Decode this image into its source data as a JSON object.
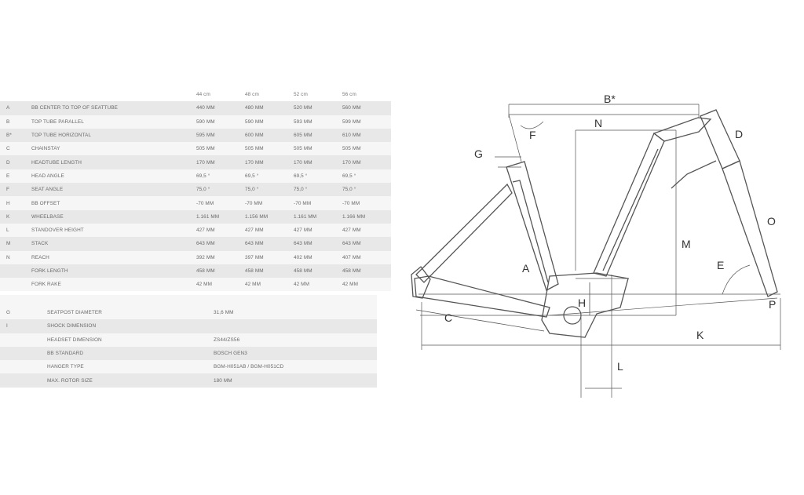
{
  "geometry": {
    "sizes": [
      "44 cm",
      "48 cm",
      "52 cm",
      "56 cm"
    ],
    "rows": [
      {
        "code": "A",
        "label": "BB CENTER TO TOP OF SEATTUBE",
        "values": [
          "440 MM",
          "480 MM",
          "520 MM",
          "560 MM"
        ]
      },
      {
        "code": "B",
        "label": "TOP TUBE PARALLEL",
        "values": [
          "590 MM",
          "590 MM",
          "593 MM",
          "599 MM"
        ]
      },
      {
        "code": "B*",
        "label": "TOP TUBE HORIZONTAL",
        "values": [
          "595 MM",
          "600 MM",
          "605 MM",
          "610 MM"
        ]
      },
      {
        "code": "C",
        "label": "CHAINSTAY",
        "values": [
          "505 MM",
          "505 MM",
          "505 MM",
          "505 MM"
        ]
      },
      {
        "code": "D",
        "label": "HEADTUBE LENGTH",
        "values": [
          "170 MM",
          "170 MM",
          "170 MM",
          "170 MM"
        ]
      },
      {
        "code": "E",
        "label": "HEAD ANGLE",
        "values": [
          "69,5 °",
          "69,5 °",
          "69,5 °",
          "69,5 °"
        ]
      },
      {
        "code": "F",
        "label": "SEAT ANGLE",
        "values": [
          "75,0 °",
          "75,0 °",
          "75,0 °",
          "75,0 °"
        ]
      },
      {
        "code": "H",
        "label": "BB OFFSET",
        "values": [
          "-70 MM",
          "-70 MM",
          "-70 MM",
          "-70 MM"
        ]
      },
      {
        "code": "K",
        "label": "WHEELBASE",
        "values": [
          "1.161 MM",
          "1.156 MM",
          "1.161 MM",
          "1.166 MM"
        ]
      },
      {
        "code": "L",
        "label": "STANDOVER HEIGHT",
        "values": [
          "427 MM",
          "427 MM",
          "427 MM",
          "427 MM"
        ]
      },
      {
        "code": "M",
        "label": "STACK",
        "values": [
          "643 MM",
          "643 MM",
          "643 MM",
          "643 MM"
        ]
      },
      {
        "code": "N",
        "label": "REACH",
        "values": [
          "392 MM",
          "397 MM",
          "402 MM",
          "407 MM"
        ]
      },
      {
        "code": "",
        "label": "FORK LENGTH",
        "values": [
          "458 MM",
          "458 MM",
          "458 MM",
          "458 MM"
        ]
      },
      {
        "code": "",
        "label": "FORK RAKE",
        "values": [
          "42 MM",
          "42 MM",
          "42 MM",
          "42 MM"
        ]
      }
    ]
  },
  "specs": [
    {
      "code": "G",
      "label": "SEATPOST DIAMETER",
      "value": "31,6 MM"
    },
    {
      "code": "I",
      "label": "SHOCK DIMENSION",
      "value": ""
    },
    {
      "code": "",
      "label": "HEADSET DIMENSION",
      "value": "ZS44/ZS56"
    },
    {
      "code": "",
      "label": "BB STANDARD",
      "value": "BOSCH GEN3"
    },
    {
      "code": "",
      "label": "HANGER TYPE",
      "value": "BGM-H051AB / BGM-H051CD"
    },
    {
      "code": "",
      "label": "MAX. ROTOR SIZE",
      "value": "180 MM"
    }
  ],
  "diagram": {
    "labels": {
      "B_star": "B*",
      "N": "N",
      "F": "F",
      "D": "D",
      "G": "G",
      "O": "O",
      "M": "M",
      "E": "E",
      "A": "A",
      "H": "H",
      "P": "P",
      "C": "C",
      "K": "K",
      "L": "L"
    }
  }
}
